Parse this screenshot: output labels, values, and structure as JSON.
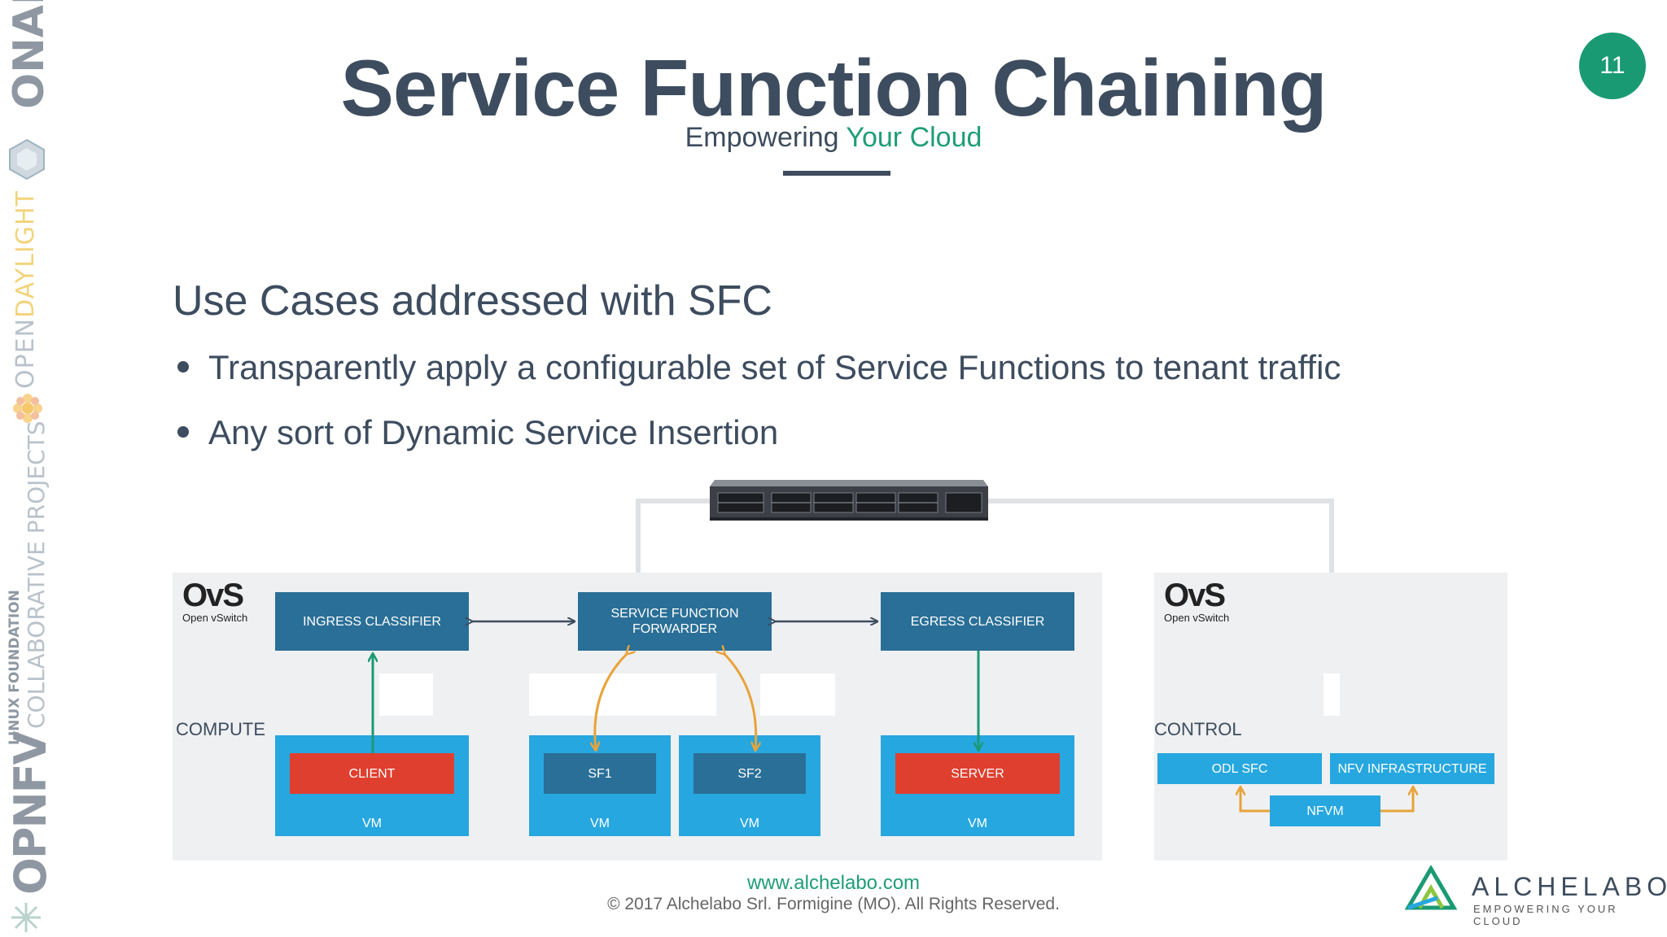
{
  "slide": {
    "title": "Service Function Chaining",
    "subtitle_prefix": "Empowering",
    "subtitle_accent": "Your Cloud",
    "page_number": "11",
    "heading": "Use Cases addressed with SFC",
    "bullets": [
      "Transparently apply a configurable set of Service Functions to tenant traffic",
      "Any sort of Dynamic Service Insertion"
    ]
  },
  "sidebar": {
    "onap": "ONAP",
    "opendaylight_prefix": "OPEN",
    "opendaylight_accent": "DAYLIGHT",
    "linux_foundation": "LINUX FOUNDATION",
    "collaborative": "COLLABORATIVE PROJECTS",
    "opnfv": "OPNFV"
  },
  "diagram": {
    "ovs_logo": "OvS",
    "ovs_sub": "Open vSwitch",
    "compute_label": "COMPUTE",
    "control_label": "CONTROL",
    "ingress_classifier": "INGRESS CLASSIFIER",
    "sff_line1": "SERVICE FUNCTION",
    "sff_line2": "FORWARDER",
    "egress_classifier": "EGRESS CLASSIFIER",
    "client": "CLIENT",
    "sf1": "SF1",
    "sf2": "SF2",
    "server": "SERVER",
    "vm": "VM",
    "odl_sfc": "ODL SFC",
    "nfv_infrastructure": "NFV INFRASTRUCTURE",
    "nfvm": "NFVM",
    "colors": {
      "dark_box": "#2a6f97",
      "light_box": "#27a7e0",
      "red_box": "#df3f2f",
      "green_arrow": "#1a9a73",
      "orange_arrow": "#e8a33a",
      "panel": "#eff0f2"
    }
  },
  "footer": {
    "url": "www.alchelabo.com",
    "copyright": "© 2017 Alchelabo Srl. Formigine (MO). All Rights Reserved.",
    "brand_name": "ALCHELABO",
    "brand_tag": "EMPOWERING YOUR CLOUD"
  }
}
